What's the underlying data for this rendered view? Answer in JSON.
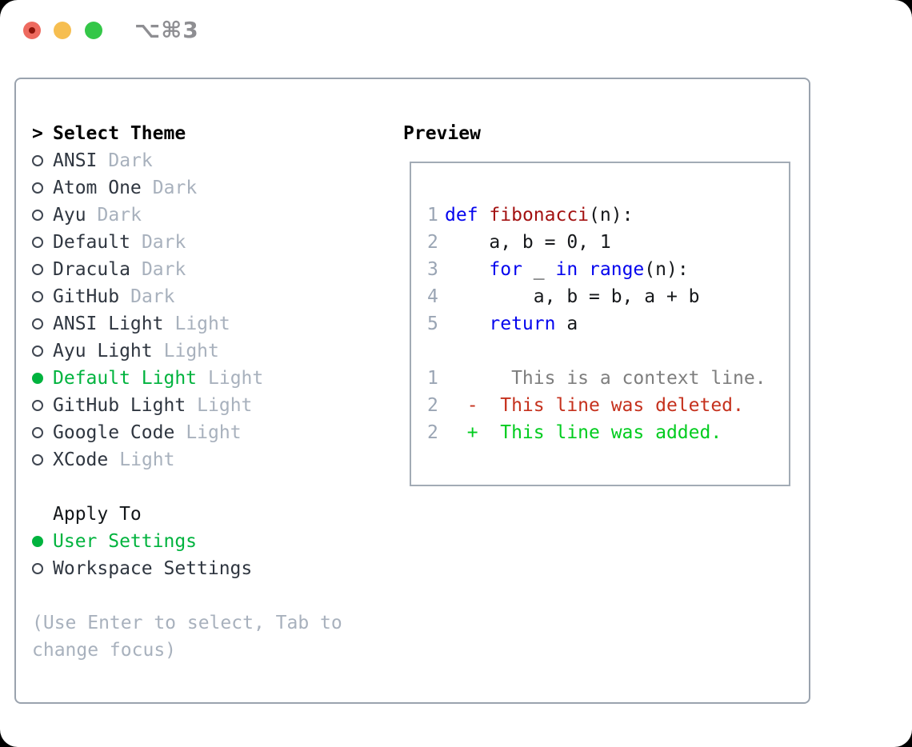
{
  "titlebar": {
    "title": "⌥⌘3"
  },
  "theme_panel": {
    "cursor": ">",
    "title": "Select Theme",
    "items": [
      {
        "name": "ANSI",
        "variant": "Dark",
        "selected": false
      },
      {
        "name": "Atom One",
        "variant": "Dark",
        "selected": false
      },
      {
        "name": "Ayu",
        "variant": "Dark",
        "selected": false
      },
      {
        "name": "Default",
        "variant": "Dark",
        "selected": false
      },
      {
        "name": "Dracula",
        "variant": "Dark",
        "selected": false
      },
      {
        "name": "GitHub",
        "variant": "Dark",
        "selected": false
      },
      {
        "name": "ANSI Light",
        "variant": "Light",
        "selected": false
      },
      {
        "name": "Ayu Light",
        "variant": "Light",
        "selected": false
      },
      {
        "name": "Default Light",
        "variant": "Light",
        "selected": true
      },
      {
        "name": "GitHub Light",
        "variant": "Light",
        "selected": false
      },
      {
        "name": "Google Code",
        "variant": "Light",
        "selected": false
      },
      {
        "name": "XCode",
        "variant": "Light",
        "selected": false
      }
    ],
    "apply_to": {
      "title": "Apply To",
      "options": [
        {
          "name": "User Settings",
          "selected": true
        },
        {
          "name": "Workspace Settings",
          "selected": false
        }
      ]
    },
    "help_lines": [
      "(Use Enter to select, Tab to",
      "change focus)"
    ]
  },
  "preview": {
    "title": "Preview",
    "code_lines": [
      {
        "num": "1",
        "tokens": [
          [
            "kw",
            "def"
          ],
          [
            "pl",
            " "
          ],
          [
            "fn",
            "fibonacci"
          ],
          [
            "pl",
            "(n):"
          ]
        ]
      },
      {
        "num": "2",
        "tokens": [
          [
            "pl",
            "    a, b = 0, 1"
          ]
        ]
      },
      {
        "num": "3",
        "tokens": [
          [
            "pl",
            "    "
          ],
          [
            "kw",
            "for"
          ],
          [
            "pl",
            " _ "
          ],
          [
            "kw",
            "in"
          ],
          [
            "pl",
            " "
          ],
          [
            "kw",
            "range"
          ],
          [
            "pl",
            "(n):"
          ]
        ]
      },
      {
        "num": "4",
        "tokens": [
          [
            "pl",
            "        a, b = b, a + b"
          ]
        ]
      },
      {
        "num": "5",
        "tokens": [
          [
            "pl",
            "    "
          ],
          [
            "kw",
            "return"
          ],
          [
            "pl",
            " a"
          ]
        ]
      }
    ],
    "diff_lines": [
      {
        "num": "1",
        "type": "context",
        "text": "      This is a context line."
      },
      {
        "num": "2",
        "type": "deleted",
        "text": "  -  This line was deleted."
      },
      {
        "num": "2",
        "type": "added",
        "text": "  +  This line was added."
      }
    ]
  },
  "colors": {
    "selection_green": "#00b33e",
    "diff_added_green": "#00cc1e",
    "diff_deleted_red": "#c5311d",
    "diff_context_gray": "#7e7e7e",
    "keyword_blue": "#0404ee",
    "function_red": "#a31212",
    "variant_tag_gray": "#a8b1bd",
    "line_number_gray": "#9aa5b4",
    "panel_border_gray": "#9aa3ae",
    "titlebar_text_gray": "#8e8e92",
    "traffic_red": "#ee6a5f",
    "traffic_yellow": "#f6be50",
    "traffic_green": "#34c748"
  }
}
